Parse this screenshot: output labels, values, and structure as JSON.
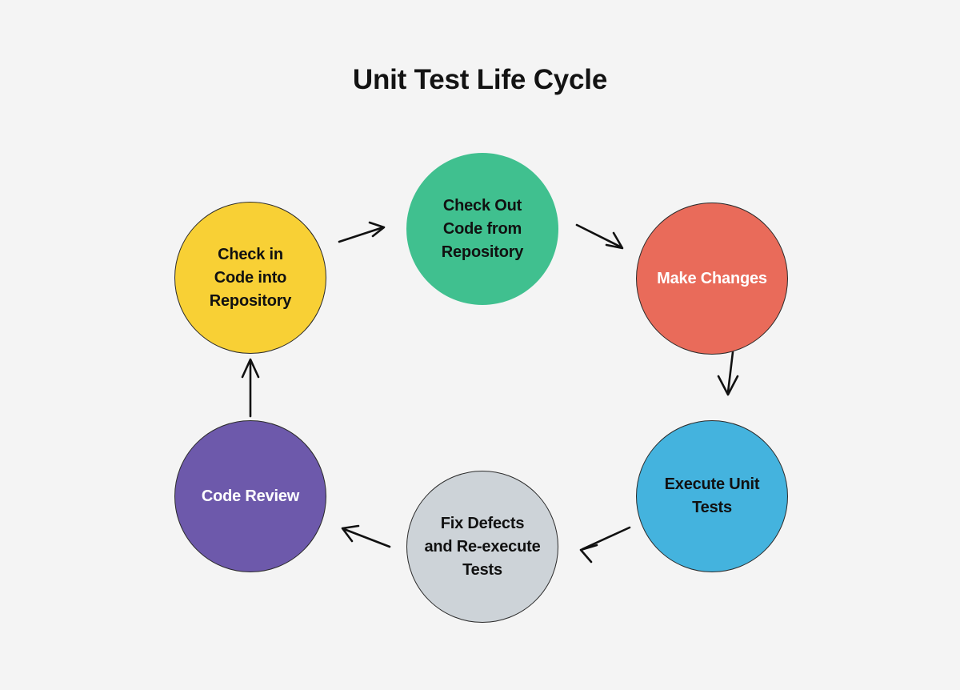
{
  "diagram": {
    "title": "Unit Test Life Cycle",
    "background_color": "#f4f4f4",
    "title_color": "#131313",
    "type": "cycle-diagram",
    "nodes": [
      {
        "id": "check-in-code",
        "label": "Check in\nCode into\nRepository",
        "color": "#f8d035",
        "text_color": "#111111",
        "order": 6
      },
      {
        "id": "check-out-code",
        "label": "Check Out\nCode from\nRepository",
        "color": "#40c08f",
        "text_color": "#111111",
        "order": 1
      },
      {
        "id": "make-changes",
        "label": "Make Changes",
        "color": "#e96b5a",
        "text_color": "#ffffff",
        "order": 2
      },
      {
        "id": "execute-unit-tests",
        "label": "Execute Unit\nTests",
        "color": "#44b3de",
        "text_color": "#111111",
        "order": 3
      },
      {
        "id": "fix-defects",
        "label": "Fix Defects\nand Re-execute\nTests",
        "color": "#cdd3d8",
        "text_color": "#111111",
        "order": 4
      },
      {
        "id": "code-review",
        "label": "Code Review",
        "color": "#6d59ab",
        "text_color": "#ffffff",
        "order": 5
      }
    ],
    "connections": [
      {
        "from": "check-in-code",
        "to": "check-out-code"
      },
      {
        "from": "check-out-code",
        "to": "make-changes"
      },
      {
        "from": "make-changes",
        "to": "execute-unit-tests"
      },
      {
        "from": "execute-unit-tests",
        "to": "fix-defects"
      },
      {
        "from": "fix-defects",
        "to": "code-review"
      },
      {
        "from": "code-review",
        "to": "check-in-code"
      }
    ],
    "arrow_color": "#111111"
  }
}
